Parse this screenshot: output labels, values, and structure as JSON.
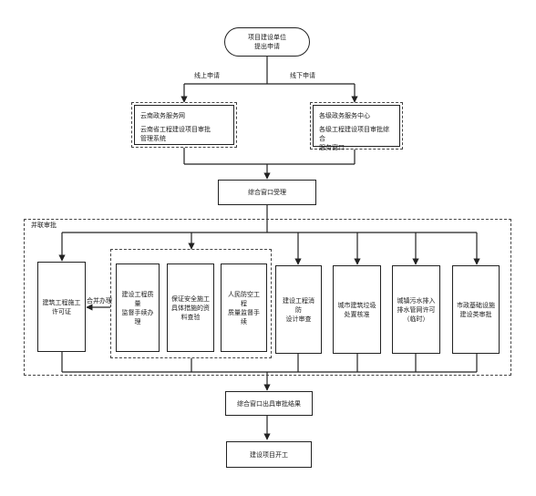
{
  "nodes": {
    "start": "项目建设单位\n提出申请",
    "online_label": "线上申请",
    "offline_label": "线下申请",
    "yunnan_title": "云南政务服务网",
    "yunnan_sub": "云南省工程建设项目审批\n管理系统",
    "center_title": "各级政务服务中心",
    "center_sub": "各级工程建设项目审批综合\n服务窗口",
    "window_accept": "综合窗口受理",
    "parallel_label": "并联审批",
    "permit": "建筑工程施工\n许可证",
    "merge_label": "合并办理",
    "quality": "建设工程质量\n监督手续办理",
    "safety": "保证安全施工\n具体措施的资\n料查验",
    "civil_defense": "人民防空工程\n质量监督手续",
    "fire": "建设工程消防\n设计审查",
    "waste": "城市建筑垃圾\n处置核准",
    "sewage": "城镇污水排入\n排水管网许可\n（临时）",
    "municipal": "市政基础设施\n建设类审批",
    "result": "综合窗口出具审批结果",
    "end": "建设项目开工"
  }
}
